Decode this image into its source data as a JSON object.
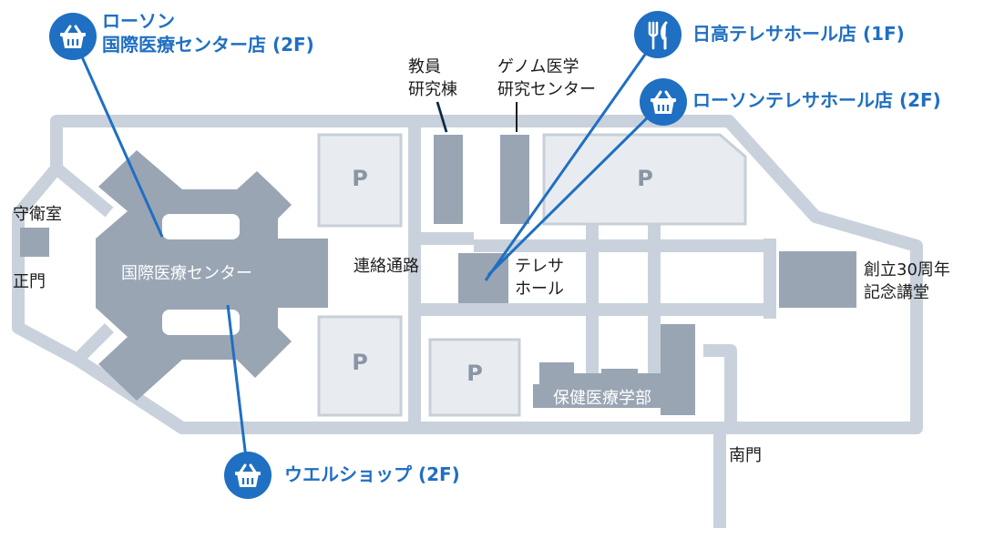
{
  "map": {
    "buildings": {
      "national_center": "国際医療センター",
      "guard_room": "守衛室",
      "main_gate": "正門",
      "corridor": "連絡通路",
      "terasa_hall_line1": "テレサ",
      "terasa_hall_line2": "ホール",
      "faculty_lab_line1": "教員",
      "faculty_lab_line2": "研究棟",
      "genome_line1": "ゲノム医学",
      "genome_line2": "研究センター",
      "anniversary_line1": "創立30周年",
      "anniversary_line2": "記念講堂",
      "health_faculty": "保健医療学部",
      "south_gate": "南門"
    },
    "parking_label": "P",
    "stores": [
      {
        "line1": "ローソン",
        "line2": "国際医療センター店 (2F)",
        "icon": "shopping-basket-icon"
      },
      {
        "line1": "日高テレサホール店 (1F)",
        "icon": "fork-knife-icon"
      },
      {
        "line1": "ローソンテレサホール店 (2F)",
        "icon": "shopping-basket-icon"
      },
      {
        "line1": "ウエルショップ (2F)",
        "icon": "shopping-basket-icon"
      }
    ],
    "colors": {
      "accent": "#1f6fc2",
      "building": "#9aa5b3",
      "road": "#c9d2dc",
      "parking": "#e8ecf0"
    }
  }
}
